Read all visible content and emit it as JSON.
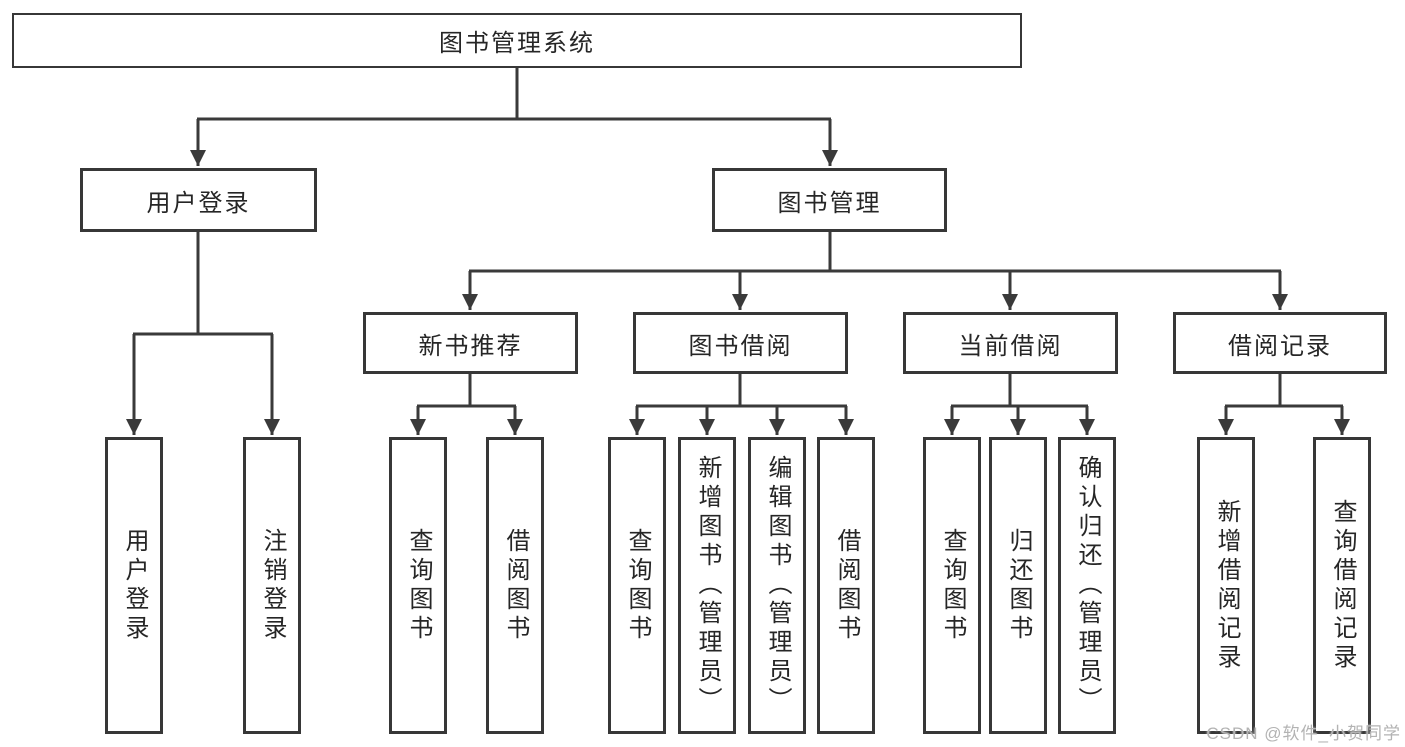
{
  "watermark": "CSDN @软件_小贺同学",
  "colors": {
    "line": "#3a3a3a",
    "box_border": "#373737",
    "text": "#262626",
    "watermark": "#b3b3b3",
    "background": "#ffffff"
  },
  "diagram": {
    "type": "hierarchy-tree",
    "root": {
      "label": "图书管理系统"
    },
    "level2": [
      {
        "label": "用户登录"
      },
      {
        "label": "图书管理"
      }
    ],
    "level3": [
      {
        "label": "新书推荐"
      },
      {
        "label": "图书借阅"
      },
      {
        "label": "当前借阅"
      },
      {
        "label": "借阅记录"
      }
    ],
    "leaves": [
      {
        "label": "用户登录",
        "parent": "用户登录"
      },
      {
        "label": "注销登录",
        "parent": "用户登录"
      },
      {
        "label": "查询图书",
        "parent": "新书推荐"
      },
      {
        "label": "借阅图书",
        "parent": "新书推荐"
      },
      {
        "label": "查询图书",
        "parent": "图书借阅"
      },
      {
        "label": "新增图书（管理员）",
        "parent": "图书借阅"
      },
      {
        "label": "编辑图书（管理员）",
        "parent": "图书借阅"
      },
      {
        "label": "借阅图书",
        "parent": "图书借阅"
      },
      {
        "label": "查询图书",
        "parent": "当前借阅"
      },
      {
        "label": "归还图书",
        "parent": "当前借阅"
      },
      {
        "label": "确认归还（管理员）",
        "parent": "当前借阅"
      },
      {
        "label": "新增借阅记录",
        "parent": "借阅记录"
      },
      {
        "label": "查询借阅记录",
        "parent": "借阅记录"
      }
    ]
  }
}
